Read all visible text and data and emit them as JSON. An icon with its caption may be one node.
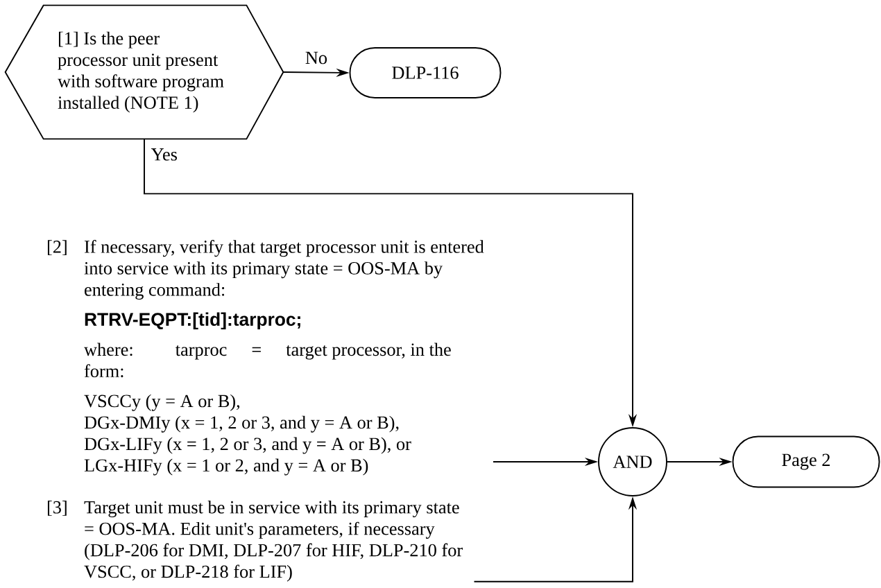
{
  "diagram": {
    "nodes": [
      {
        "text": [
          "[1] Is the peer processor unit present with software program installed (NOTE 1)"
        ]
      },
      {
        "text": [
          "DLP-116"
        ]
      },
      {
        "text": [
          "[2]",
          "If necessary, verify that target processor unit is entered into service with its primary state = OOS-MA by entering command:",
          "RTRV-EQPT:[tid]:tarproc;",
          "where:",
          "tarproc",
          "=",
          "target processor, in the form:",
          "VSCCy (y = A or B),",
          "DGx-DMIy (x = 1, 2 or 3, and y = A or B),",
          "DGx-LIFy (x = 1, 2 or 3, and y = A or B), or",
          "LGx-HIFy (x = 1 or 2, and y = A or B)"
        ]
      },
      {
        "text": [
          "[3]",
          "Target unit must be in service with its primary state = OOS-MA. Edit unit's parameters, if necessary (DLP-206 for DMI, DLP-207 for HIF, DLP-210 for VSCC, or DLP-218 for LIF)"
        ]
      },
      {
        "text": [
          "AND"
        ]
      },
      {
        "text": [
          "Page 2"
        ]
      }
    ],
    "edges": [
      {
        "from": 0,
        "to": 1,
        "arrow": "to",
        "label": "No"
      },
      {
        "from": 0,
        "to": 4,
        "arrow": "to",
        "label": "Yes"
      },
      {
        "from": 2,
        "to": 4,
        "arrow": "to"
      },
      {
        "from": 3,
        "to": 4,
        "arrow": "to"
      },
      {
        "from": 4,
        "to": 5,
        "arrow": "to"
      }
    ]
  }
}
